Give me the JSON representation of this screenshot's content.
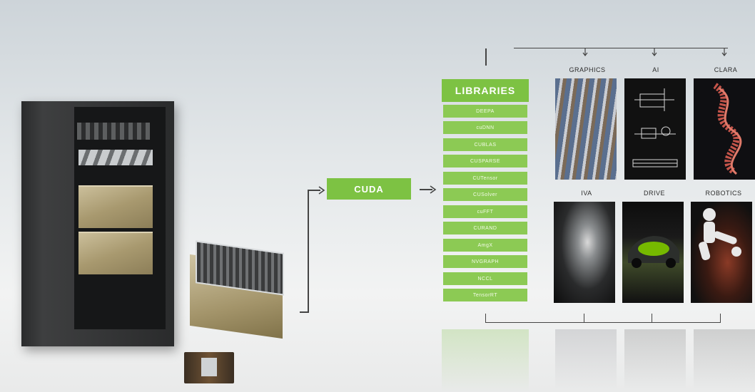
{
  "cuda": {
    "label": "CUDA"
  },
  "libraries": {
    "heading": "LIBRARIES",
    "items": [
      "DEEPA",
      "cuDNN",
      "CUBLAS",
      "CUSPARSE",
      "CUTensor",
      "CUSolver",
      "cuFFT",
      "CURAND",
      "AmgX",
      "NVGRAPH",
      "NCCL",
      "TensorRT"
    ]
  },
  "applications": {
    "top_row": [
      {
        "label": "GRAPHICS"
      },
      {
        "label": "AI"
      },
      {
        "label": "CLARA"
      }
    ],
    "bottom_row": [
      {
        "label": "IVA"
      },
      {
        "label": "DRIVE"
      },
      {
        "label": "ROBOTICS"
      }
    ]
  },
  "colors": {
    "accent_green": "#7dc243",
    "connector": "#444444"
  },
  "icons": {
    "hardware": [
      "server-rack-icon",
      "workstation-icon",
      "embedded-module-icon"
    ],
    "arrow": "arrow-right-icon"
  }
}
